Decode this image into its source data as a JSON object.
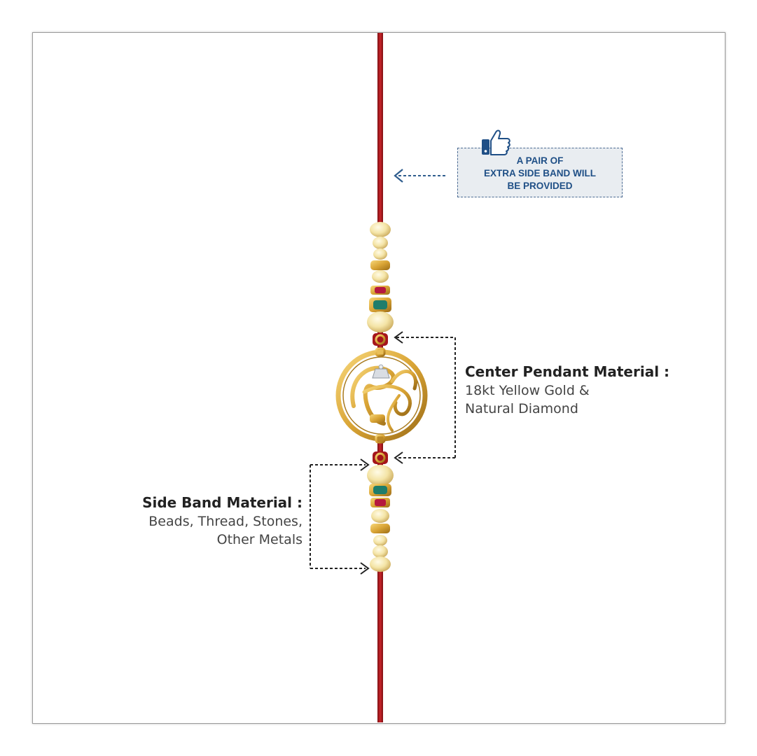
{
  "callout": {
    "line1": "A PAIR OF",
    "line2": "EXTRA SIDE BAND WILL",
    "line3": "BE PROVIDED",
    "icon": "thumbs-up-icon"
  },
  "center_pendant": {
    "title": "Center Pendant Material :",
    "line1": "18kt Yellow Gold &",
    "line2": "Natural Diamond"
  },
  "side_band": {
    "title": "Side Band Material :",
    "line1": "Beads, Thread, Stones,",
    "line2": "Other Metals"
  },
  "colors": {
    "thread": "#b3181d",
    "gold": "#e0b040",
    "bead": "#f3e4a8",
    "callout_text": "#1f4f86",
    "callout_bg": "#e9edf1"
  }
}
